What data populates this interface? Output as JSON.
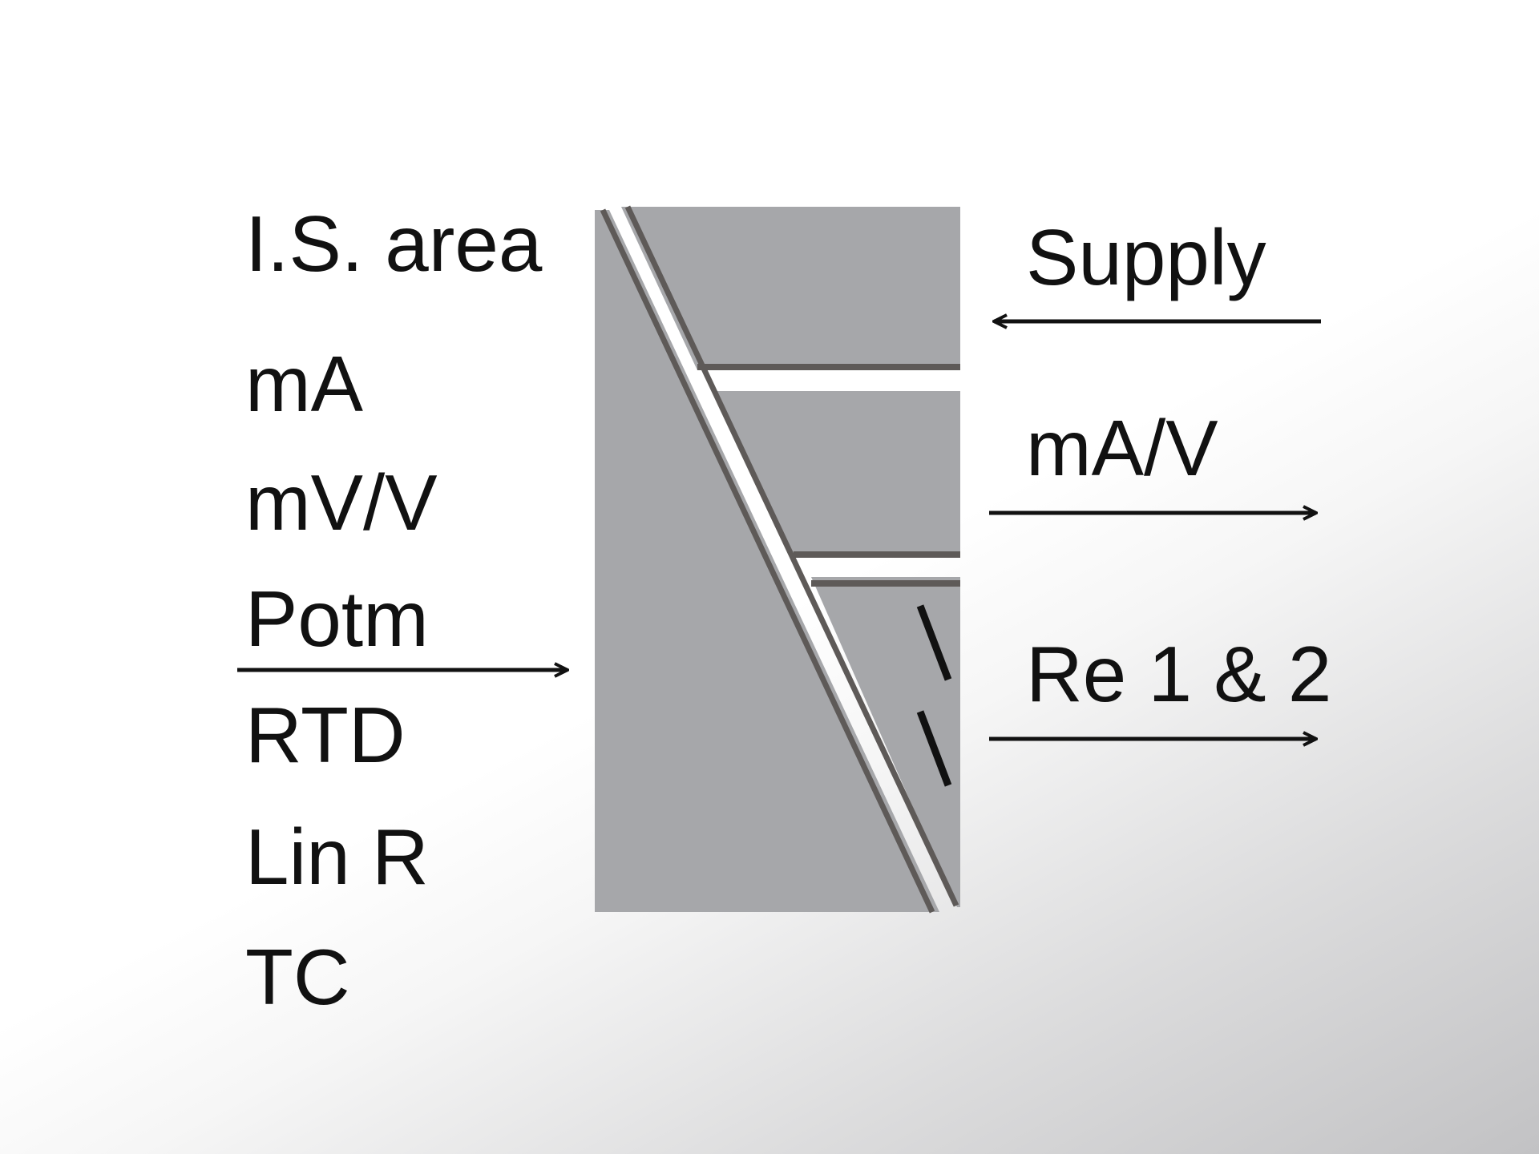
{
  "inputs": {
    "area_label": "I.S. area",
    "signals": [
      "mA",
      "mV/V",
      "Potm",
      "RTD",
      "Lin R",
      "TC"
    ]
  },
  "outputs": {
    "supply": "Supply",
    "analog": "mA/V",
    "relays": "Re 1 & 2"
  },
  "colors": {
    "module_fill": "#a6a7aa",
    "separator": "#ffffff",
    "edge": "#5e5a58",
    "arrow": "#111111",
    "text": "#111111"
  }
}
